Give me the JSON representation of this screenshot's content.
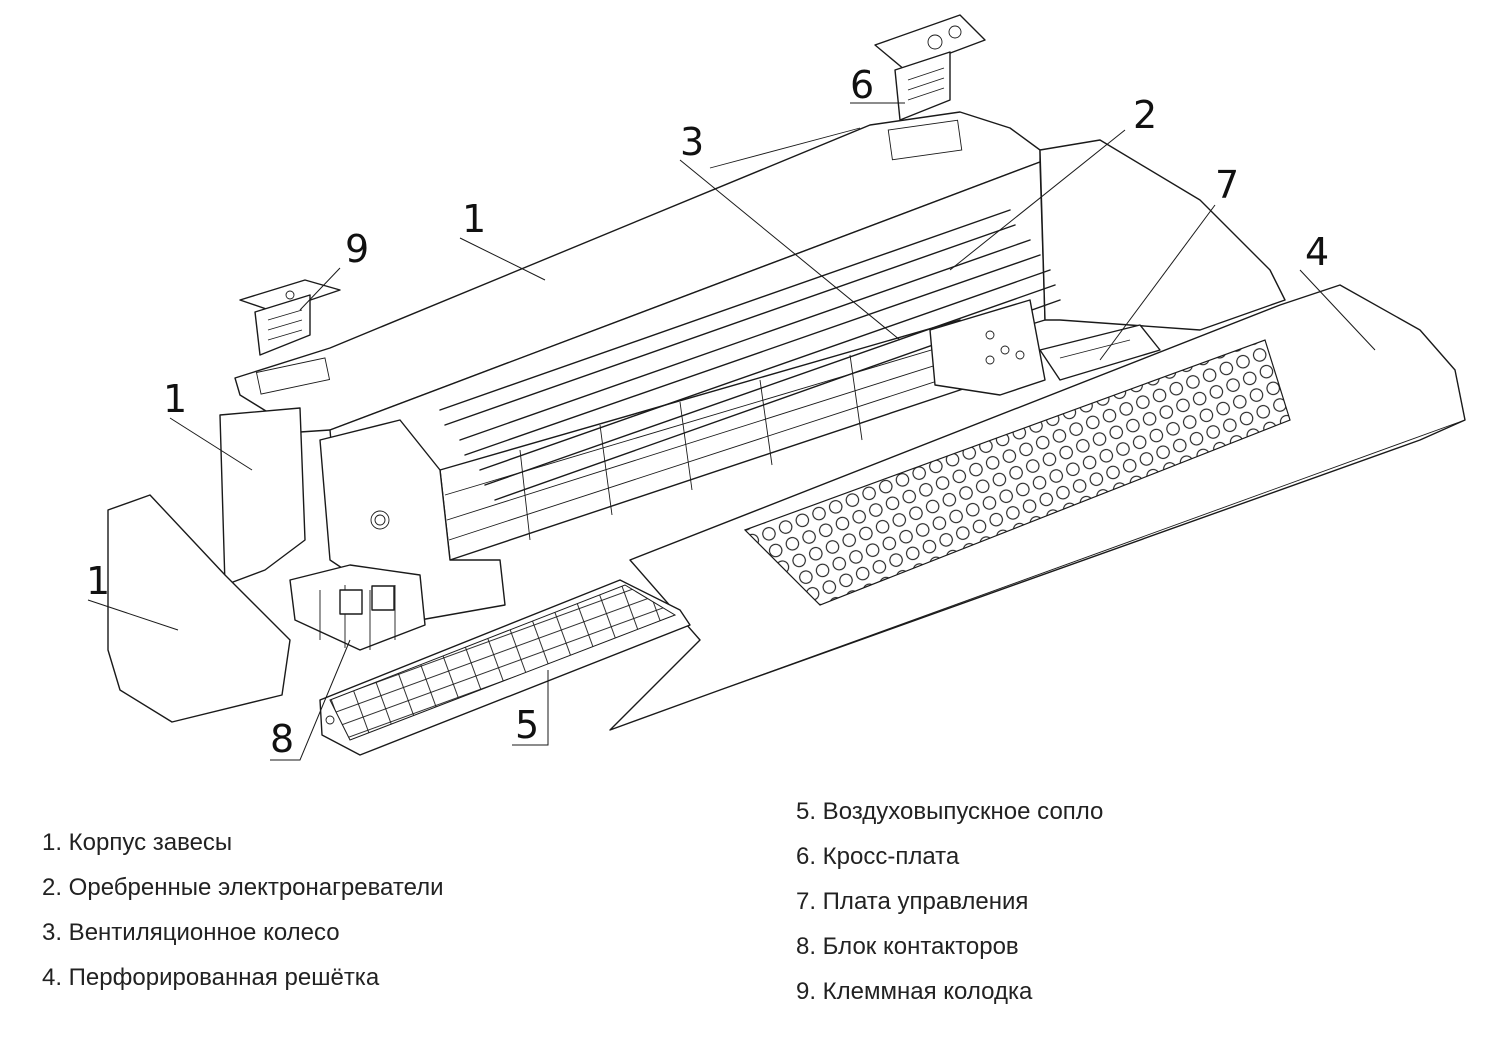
{
  "callouts": {
    "c1a": "1",
    "c1b": "1",
    "c1c": "1",
    "c2": "2",
    "c3": "3",
    "c4": "4",
    "c5": "5",
    "c6": "6",
    "c7": "7",
    "c8": "8",
    "c9": "9"
  },
  "legend": {
    "left": [
      "1. Корпус завесы",
      "2. Оребренные электронагреватели",
      "3. Вентиляционное колесо",
      "4. Перфорированная решётка"
    ],
    "right": [
      "5. Воздуховыпускное сопло",
      "6. Кросс-плата",
      "7. Плата управления",
      "8. Блок контакторов",
      "9. Клеммная колодка"
    ]
  }
}
